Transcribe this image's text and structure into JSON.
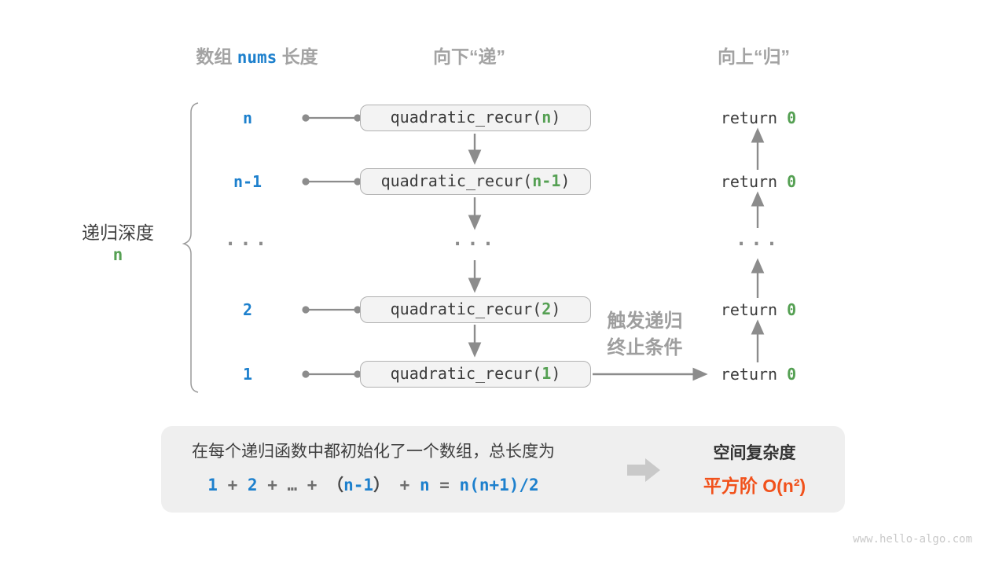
{
  "headers": {
    "col1_part1": "数组",
    "col1_code": "nums",
    "col1_part2": "长度",
    "col2": "向下“递”",
    "col3": "向上“归”"
  },
  "depth_caption": {
    "line1": "递归深度",
    "line2": "n"
  },
  "rows": {
    "r0": {
      "depth": "n",
      "arg": "n"
    },
    "r1": {
      "depth": "n-1",
      "arg": "n-1"
    },
    "r2": {
      "dots": "..."
    },
    "r3": {
      "depth": "2",
      "arg": "2"
    },
    "r4": {
      "depth": "1",
      "arg": "1"
    }
  },
  "call": {
    "prefix": "quadratic_recur(",
    "suffix": ")"
  },
  "ret": {
    "keyword": "return",
    "value": "0"
  },
  "trigger": {
    "line1": "触发递归",
    "line2": "终止条件"
  },
  "summary": {
    "line1": "在每个递归函数中都初始化了一个数组，总长度为",
    "formula": {
      "p0": "1",
      "p1": " + ",
      "p2": "2",
      "p3": " + ",
      "p4": "…",
      "p5": " + ",
      "p6": "（",
      "p7": "n-1",
      "p8": "）",
      "p9": " + ",
      "p10": "n",
      "p11": " = ",
      "p12": "n(n+1)/2"
    },
    "result_title": "空间复杂度",
    "result_value": "平方阶 O(n²)"
  },
  "watermark": "www.hello-algo.com",
  "colors": {
    "blue": "#1d80cd",
    "green": "#55a053",
    "orange": "#f1511b",
    "header_gray": "#a3a3a3",
    "line_gray": "#8c8c8c",
    "box_bg": "#f3f3f3"
  }
}
